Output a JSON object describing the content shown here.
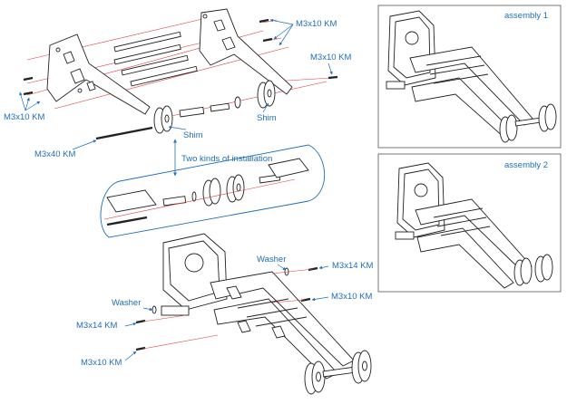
{
  "colors": {
    "callout": "#1f6fb8",
    "line_art": "#222222",
    "axis_line": "#e03a3a",
    "panel_border": "#555555"
  },
  "panels": {
    "assembly_1": {
      "title": "assembly 1"
    },
    "assembly_2": {
      "title": "assembly 2"
    }
  },
  "exploded_view": {
    "labels": {
      "m3x10_top_right": "M3x10 KM",
      "m3x10_right": "M3x10 KM",
      "m3x10_left": "M3x10 KM",
      "m3x40": "M3x40 KM",
      "shim_right": "Shim",
      "shim_center": "Shim"
    }
  },
  "installation_options": {
    "label": "Two kinds of installation"
  },
  "bottom_assembly": {
    "labels": {
      "washer_right": "Washer",
      "m3x14_right": "M3x14 KM",
      "m3x10_right": "M3x10 KM",
      "washer_left": "Washer",
      "m3x14_left": "M3x14 KM",
      "m3x10_left": "M3x10 KM"
    }
  }
}
